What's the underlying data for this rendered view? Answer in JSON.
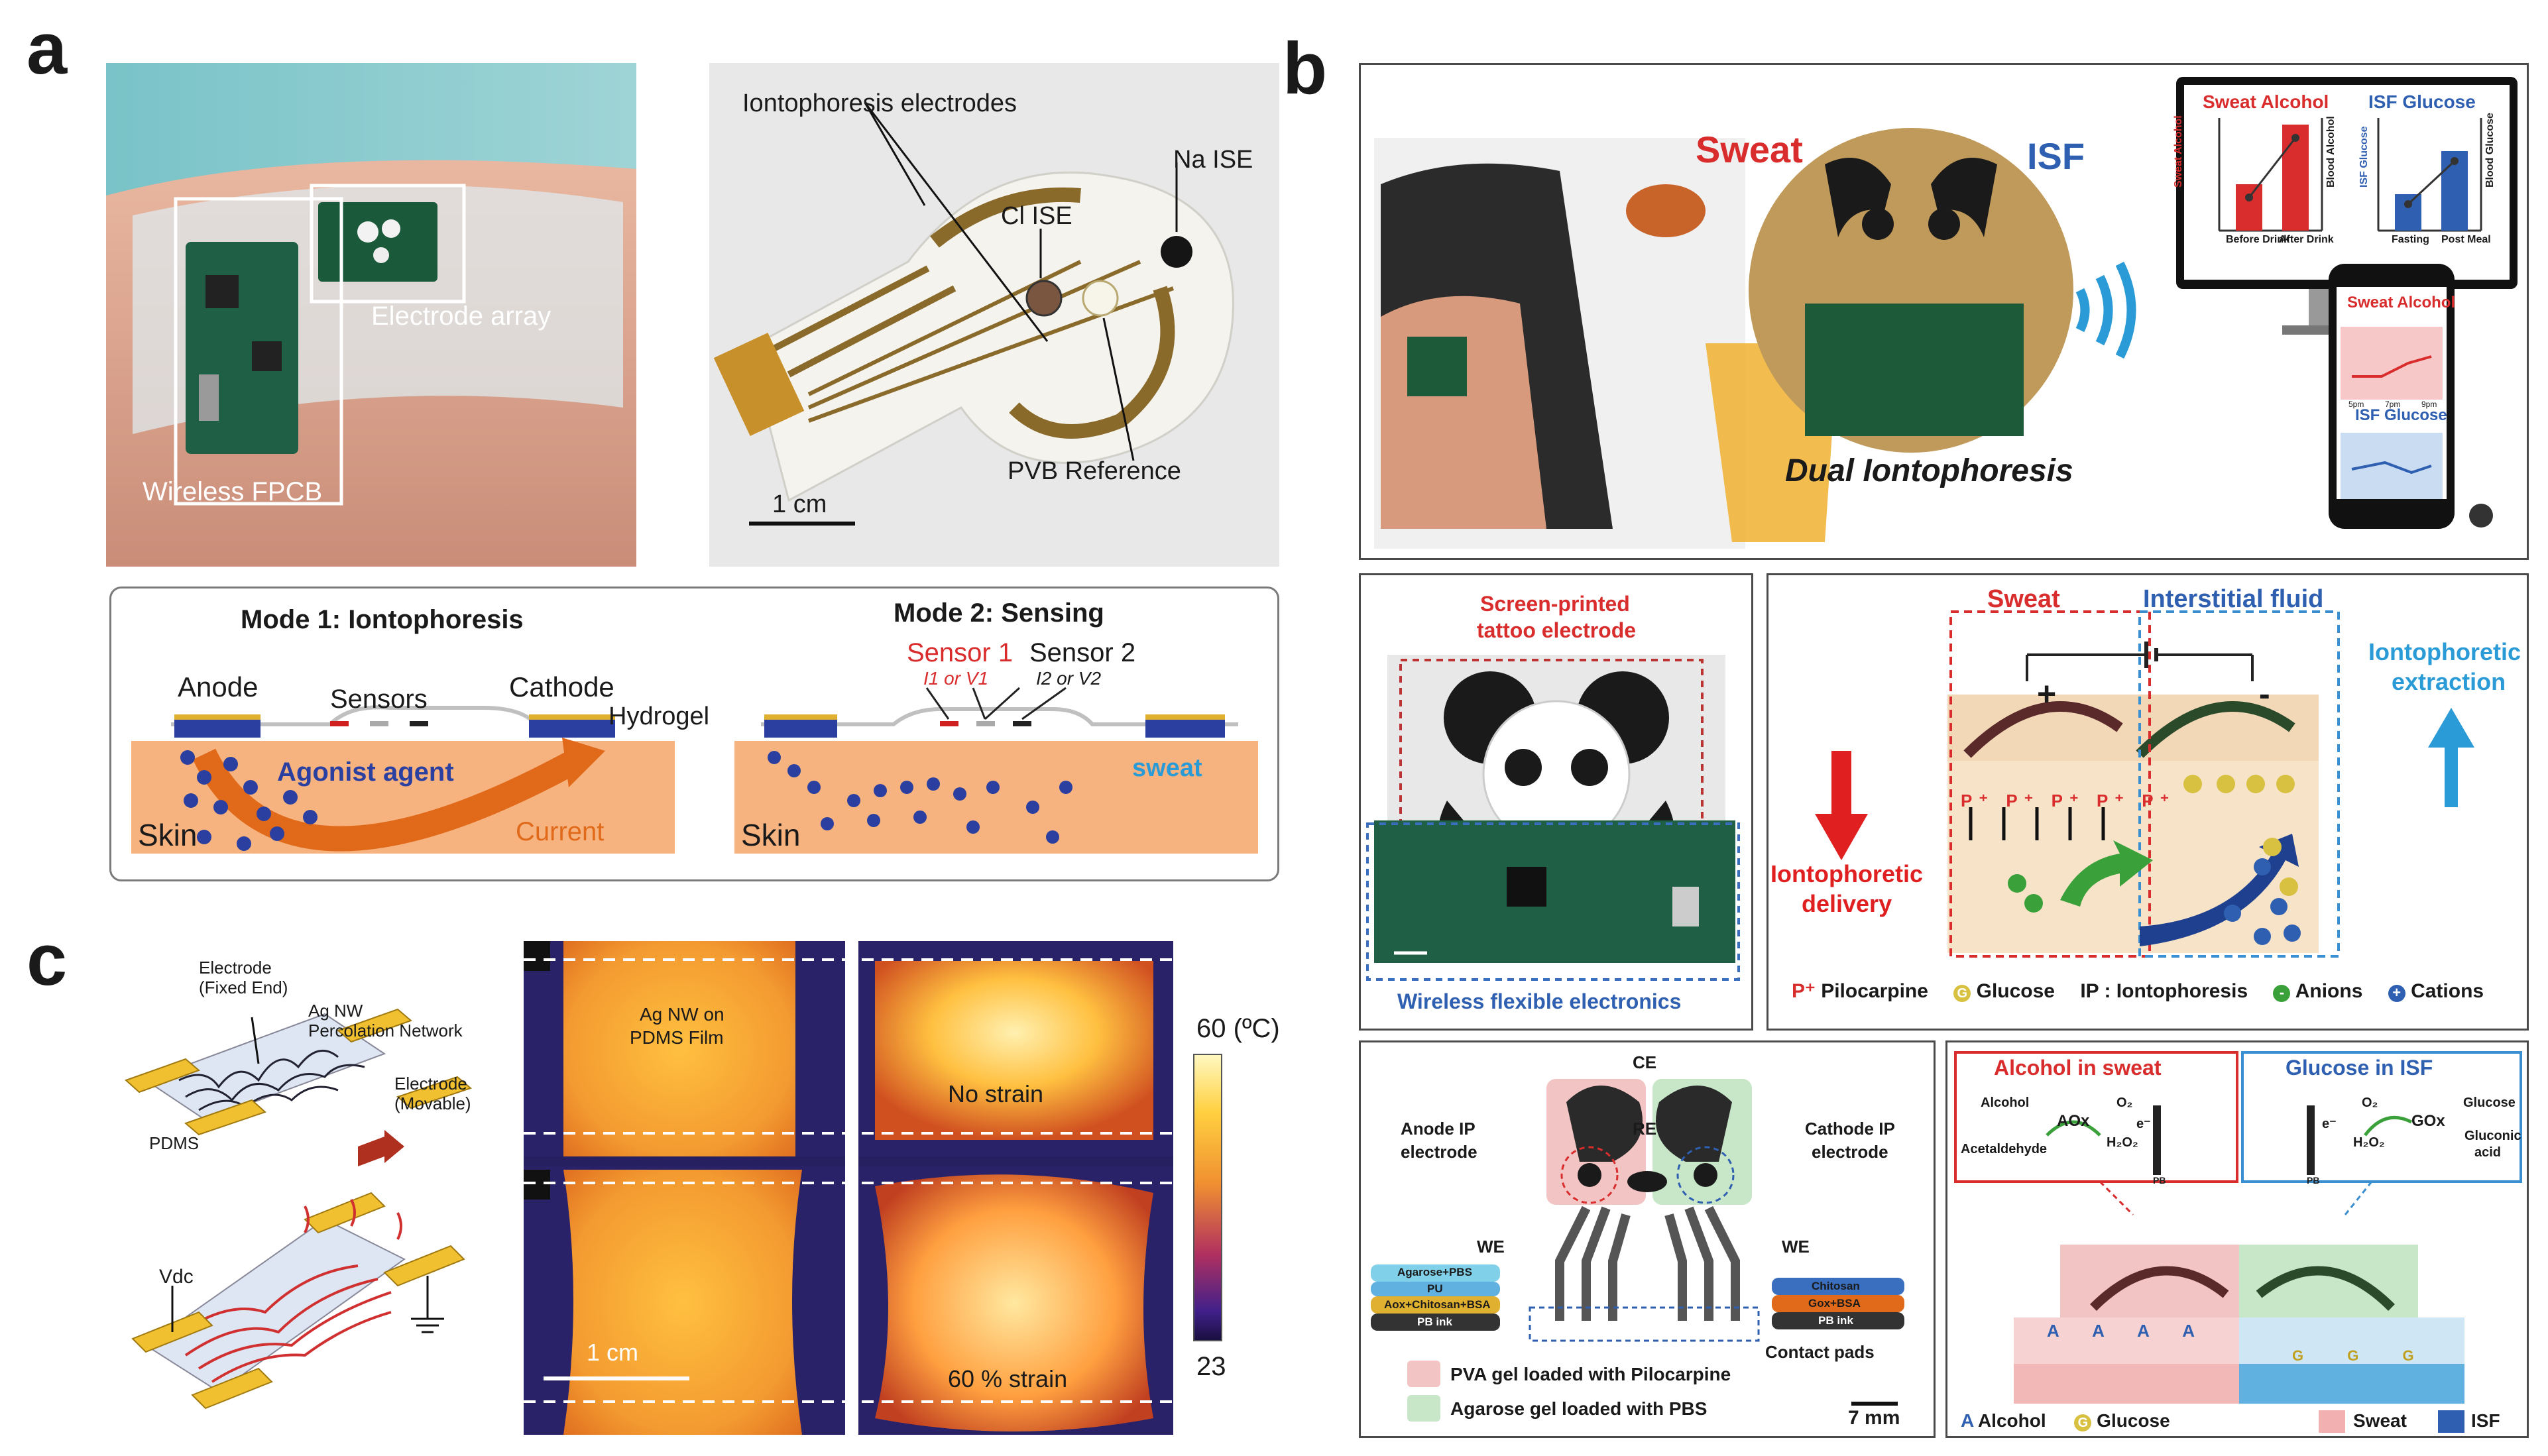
{
  "panel_a": {
    "letter": "a",
    "photo_labels": {
      "electrode_array": "Electrode array",
      "wireless_fpcb": "Wireless FPCB"
    },
    "device_labels": {
      "iontophoresis_electrodes": "Iontophoresis electrodes",
      "na_ise": "Na ISE",
      "cl_ise": "Cl ISE",
      "pvb_reference": "PVB Reference",
      "scale": "1 cm"
    },
    "mode1": {
      "title": "Mode 1: Iontophoresis",
      "anode": "Anode",
      "sensors": "Sensors",
      "cathode": "Cathode",
      "hydrogel": "Hydrogel",
      "agonist": "Agonist agent",
      "skin": "Skin",
      "current": "Current"
    },
    "mode2": {
      "title": "Mode 2: Sensing",
      "sensor1": "Sensor 1",
      "sensor1_sub": "I1 or V1",
      "sensor2": "Sensor 2",
      "sensor2_sub": "I2 or V2",
      "sweat": "sweat",
      "skin": "Skin"
    }
  },
  "panel_b": {
    "letter": "b",
    "top": {
      "sweat": "Sweat",
      "isf": "ISF",
      "dual": "Dual Iontophoresis",
      "monitor_chart1_title": "Sweat Alcohol",
      "monitor_chart2_title": "ISF Glucose",
      "chart1_ylabel": "Sweat Alcohol",
      "chart1_y2label": "Blood Alcohol",
      "chart1_cats": [
        "Before Drink",
        "After Drink"
      ],
      "chart2_ylabel": "ISF Glucose",
      "chart2_y2label": "Blood Glucose",
      "chart2_cats": [
        "Fasting",
        "Post Meal"
      ],
      "phone_chart1_title": "Sweat Alcohol",
      "phone_chart2_title": "ISF Glucose",
      "phone_ticks": [
        "5pm",
        "7pm",
        "9pm"
      ]
    },
    "middle_left": {
      "title_line1": "Screen-printed",
      "title_line2": "tattoo electrode",
      "bottom": "Wireless flexible electronics"
    },
    "middle_right": {
      "sweat": "Sweat",
      "isf": "Interstitial fluid",
      "delivery_line1": "Iontophoretic",
      "delivery_line2": "delivery",
      "extraction_line1": "Iontophoretic",
      "extraction_line2": "extraction",
      "plus": "+",
      "minus": "-",
      "p_label": "P⁺",
      "g_label": "G",
      "legend": [
        {
          "symbol": "P⁺",
          "text": "Pilocarpine"
        },
        {
          "symbol": "G",
          "text": "Glucose"
        },
        {
          "symbol": "",
          "text": "IP : Iontophoresis"
        },
        {
          "symbol": "-",
          "text": "Anions"
        },
        {
          "symbol": "+",
          "text": "Cations"
        }
      ]
    },
    "bottom_left": {
      "ce": "CE",
      "re": "RE",
      "anode_ip_line1": "Anode IP",
      "anode_ip_line2": "electrode",
      "cathode_ip_line1": "Cathode IP",
      "cathode_ip_line2": "electrode",
      "we_left": "WE",
      "we_right": "WE",
      "stack_left": [
        "Agarose+PBS",
        "PU",
        "Aox+Chitosan+BSA",
        "PB ink"
      ],
      "stack_right": [
        "Chitosan",
        "Gox+BSA",
        "PB ink"
      ],
      "contact_pads": "Contact pads",
      "legend_pva": "PVA gel loaded with Pilocarpine",
      "legend_agarose": "Agarose gel loaded with PBS",
      "scale": "7 mm"
    },
    "bottom_right": {
      "alcohol_title": "Alcohol in sweat",
      "glucose_title": "Glucose in ISF",
      "alcohol": "Alcohol",
      "aox": "AOx",
      "o2_left": "O₂",
      "h2o2_left": "H₂O₂",
      "acetaldehyde": "Acetaldehyde",
      "e_left": "e⁻",
      "pb_left": "PB",
      "glucose": "Glucose",
      "gox": "GOx",
      "o2_right": "O₂",
      "h2o2_right": "H₂O₂",
      "gluconic_line1": "Gluconic",
      "gluconic_line2": "acid",
      "e_right": "e⁻",
      "pb_right": "PB",
      "a_marker": "A",
      "g_marker": "G",
      "legend": [
        {
          "symbol": "A",
          "text": "Alcohol"
        },
        {
          "symbol": "G",
          "text": "Glucose"
        },
        {
          "symbol": "",
          "text": "Sweat"
        },
        {
          "symbol": "",
          "text": "ISF"
        }
      ]
    }
  },
  "panel_c": {
    "letter": "c",
    "schematic": {
      "electrode_fixed_line1": "Electrode",
      "electrode_fixed_line2": "(Fixed End)",
      "agnw_line1": "Ag NW",
      "agnw_line2": "Percolation Network",
      "electrode_movable_line1": "Electrode",
      "electrode_movable_line2": "(Movable)",
      "pdms": "PDMS",
      "vdc": "Vdc"
    },
    "thermal": {
      "agnw_line1": "Ag NW on",
      "agnw_line2": "PDMS Film",
      "no_strain": "No strain",
      "strain60": "60 % strain",
      "scale": "1 cm"
    },
    "colorbar": {
      "max": "60 (ºC)",
      "min": "23"
    }
  },
  "colors": {
    "sweat_red": "#d92d2d",
    "isf_blue": "#2f5fb0",
    "dark_blue": "#1f3f8f",
    "skin": "#f4a86a",
    "green_text": "#2d8f3a",
    "light_blue": "#2a9bd6"
  }
}
